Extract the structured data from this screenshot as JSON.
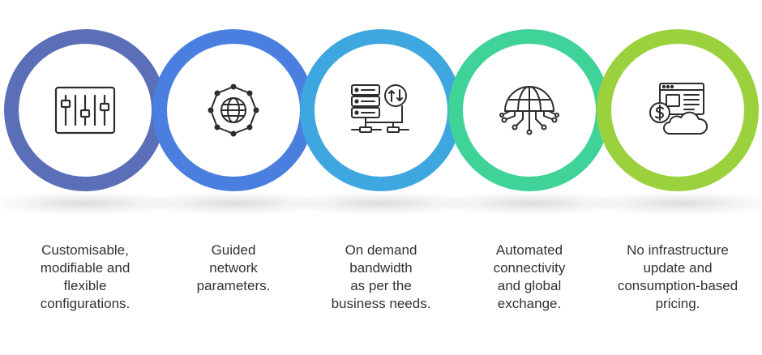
{
  "steps": [
    {
      "id": "customisable",
      "icon": "sliders-icon",
      "color": "#5b6fb8",
      "caption_lines": [
        "Customisable,",
        "modifiable and",
        "flexible",
        "configurations."
      ]
    },
    {
      "id": "guided",
      "icon": "network-globe-icon",
      "color": "#4a7fe0",
      "caption_lines": [
        "Guided",
        "network",
        "parameters."
      ]
    },
    {
      "id": "bandwidth",
      "icon": "server-transfer-icon",
      "color": "#3fa7e0",
      "caption_lines": [
        "On demand",
        "bandwidth",
        "as per the",
        "business needs."
      ]
    },
    {
      "id": "connectivity",
      "icon": "globe-circuit-icon",
      "color": "#3fd39a",
      "caption_lines": [
        "Automated",
        "connectivity",
        "and global",
        "exchange."
      ]
    },
    {
      "id": "pricing",
      "icon": "cloud-pricing-icon",
      "color": "#9bd13c",
      "caption_lines": [
        "No infrastructure",
        "update and",
        "consumption-based",
        "pricing."
      ]
    }
  ]
}
